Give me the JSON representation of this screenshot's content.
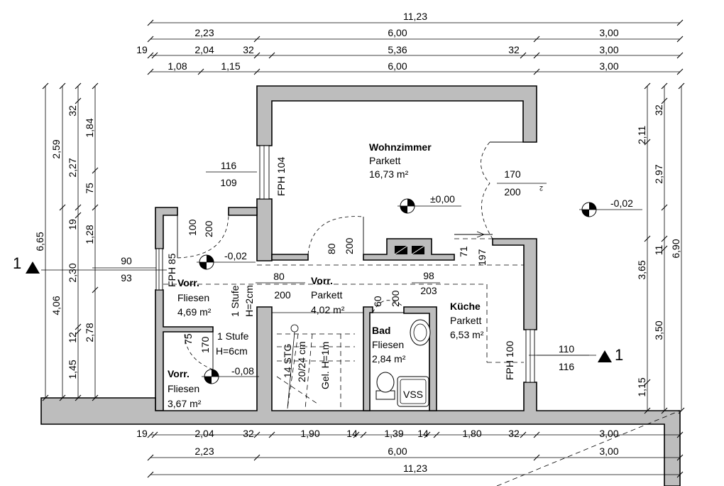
{
  "dims": {
    "top": {
      "r1": [
        "11,23"
      ],
      "r2": [
        "2,23",
        "6,00",
        "3,00"
      ],
      "r3": [
        "19",
        "2,04",
        "32",
        "5,36",
        "32",
        "3,00"
      ],
      "r4": [
        "1,08",
        "1,15",
        "6,00",
        "3,00"
      ]
    },
    "bottom": {
      "r1": [
        "19",
        "2,04",
        "32",
        "1,90",
        "14",
        "1,39",
        "14",
        "1,80",
        "32",
        "3,00"
      ],
      "r2": [
        "2,23",
        "6,00",
        "3,00"
      ],
      "r3": [
        "11,23"
      ]
    },
    "left": {
      "a": [
        "6,65"
      ],
      "b": [
        "2,59",
        "4,06"
      ],
      "c": [
        "32",
        "2,27",
        "19",
        "2,30",
        "12",
        "1,45"
      ],
      "d": [
        "1,84",
        "75",
        "1,28",
        "2,78"
      ]
    },
    "right": {
      "a": [
        "6,90"
      ],
      "b": [
        "32",
        "2,97",
        "11",
        "3,50"
      ],
      "c": [
        "2,11",
        "3,65",
        "1,15"
      ]
    }
  },
  "rooms": [
    {
      "name": "Wohnzimmer",
      "floor": "Parkett",
      "area": "16,73 m²"
    },
    {
      "name": "Vorr.",
      "floor": "Fliesen",
      "area": "4,69 m²"
    },
    {
      "name": "Vorr.",
      "floor": "Parkett",
      "area": "4,02 m²"
    },
    {
      "name": "Küche",
      "floor": "Parkett",
      "area": "6,53 m²"
    },
    {
      "name": "Bad",
      "floor": "Fliesen",
      "area": "2,84 m²"
    },
    {
      "name": "Vorr.",
      "floor": "Fliesen",
      "area": "3,67 m²"
    }
  ],
  "levels": [
    "±0,00",
    "-0,02",
    "-0,02",
    "-0,08"
  ],
  "openings": {
    "w1_top": "116",
    "w1_bot": "109",
    "fph1": "FPH 104",
    "w2_top": "90",
    "w2_bot": "93",
    "fph2": "FPH 85",
    "w3_top": "110",
    "w3_bot": "116",
    "fph3": "FPH 100",
    "d1_w": "100",
    "d1_h": "200",
    "d2_w": "80",
    "d2_h": "200",
    "d3_w": "80",
    "d3_h": "200",
    "d4_w": "170",
    "d4_h": "200",
    "d5_w": "60",
    "d5_h": "200",
    "d6_w": "75",
    "d6_h": "170",
    "d7_top": "98",
    "d7_bot": "203",
    "d8_w": "71",
    "d8_h": "197"
  },
  "steps": {
    "s1a": "1 Stufe",
    "s1b": "H=2cm",
    "s2a": "1 Stufe",
    "s2b": "H=6cm",
    "stair1": "14 STG",
    "stair2": "20/24 cm",
    "stair3": "Gel. H=1m"
  },
  "section": {
    "label": "1"
  },
  "fixtures": {
    "shower": "VSS"
  },
  "misc": {
    "sup": "2"
  }
}
